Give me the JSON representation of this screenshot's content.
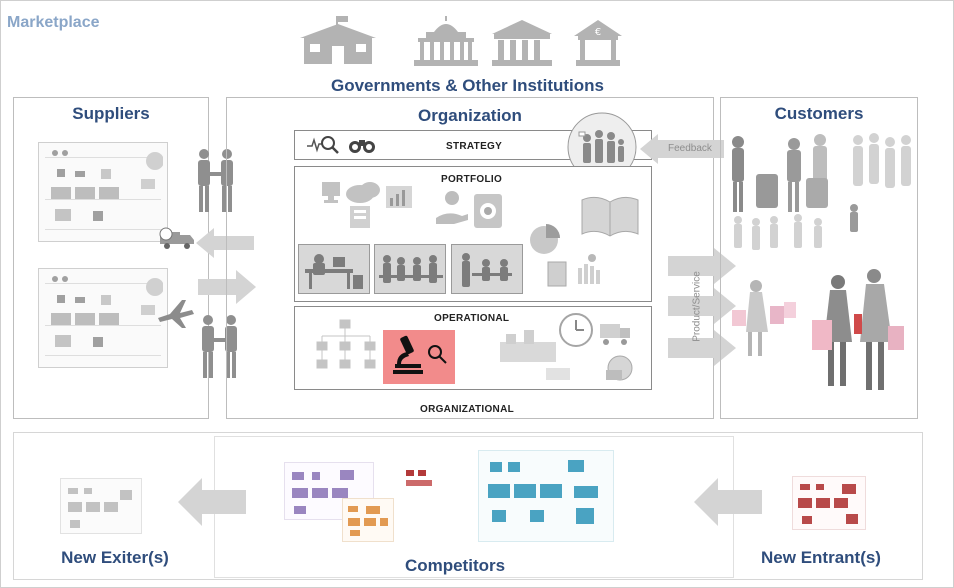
{
  "marketplace": {
    "title": "Marketplace"
  },
  "governments": {
    "title": "Governments & Other Institutions"
  },
  "suppliers": {
    "title": "Suppliers"
  },
  "organization": {
    "title": "Organization",
    "strategy_label": "STRATEGY",
    "portfolio_label": "PORTFOLIO",
    "operational_label": "OPERATIONAL",
    "organizational_label": "ORGANIZATIONAL"
  },
  "customers": {
    "title": "Customers"
  },
  "flows": {
    "feedback": "Feedback",
    "product_service": "Product/Service"
  },
  "bottom": {
    "exiters": "New Exiter(s)",
    "competitors": "Competitors",
    "entrants": "New Entrant(s)"
  },
  "colors": {
    "title_blue": "#2f4d7c",
    "marketplace_blue": "#8aa6c8",
    "arrow_gray": "#d4d4d4",
    "highlight": "#f28b8b",
    "icon_gray": "#9c9c9c"
  }
}
